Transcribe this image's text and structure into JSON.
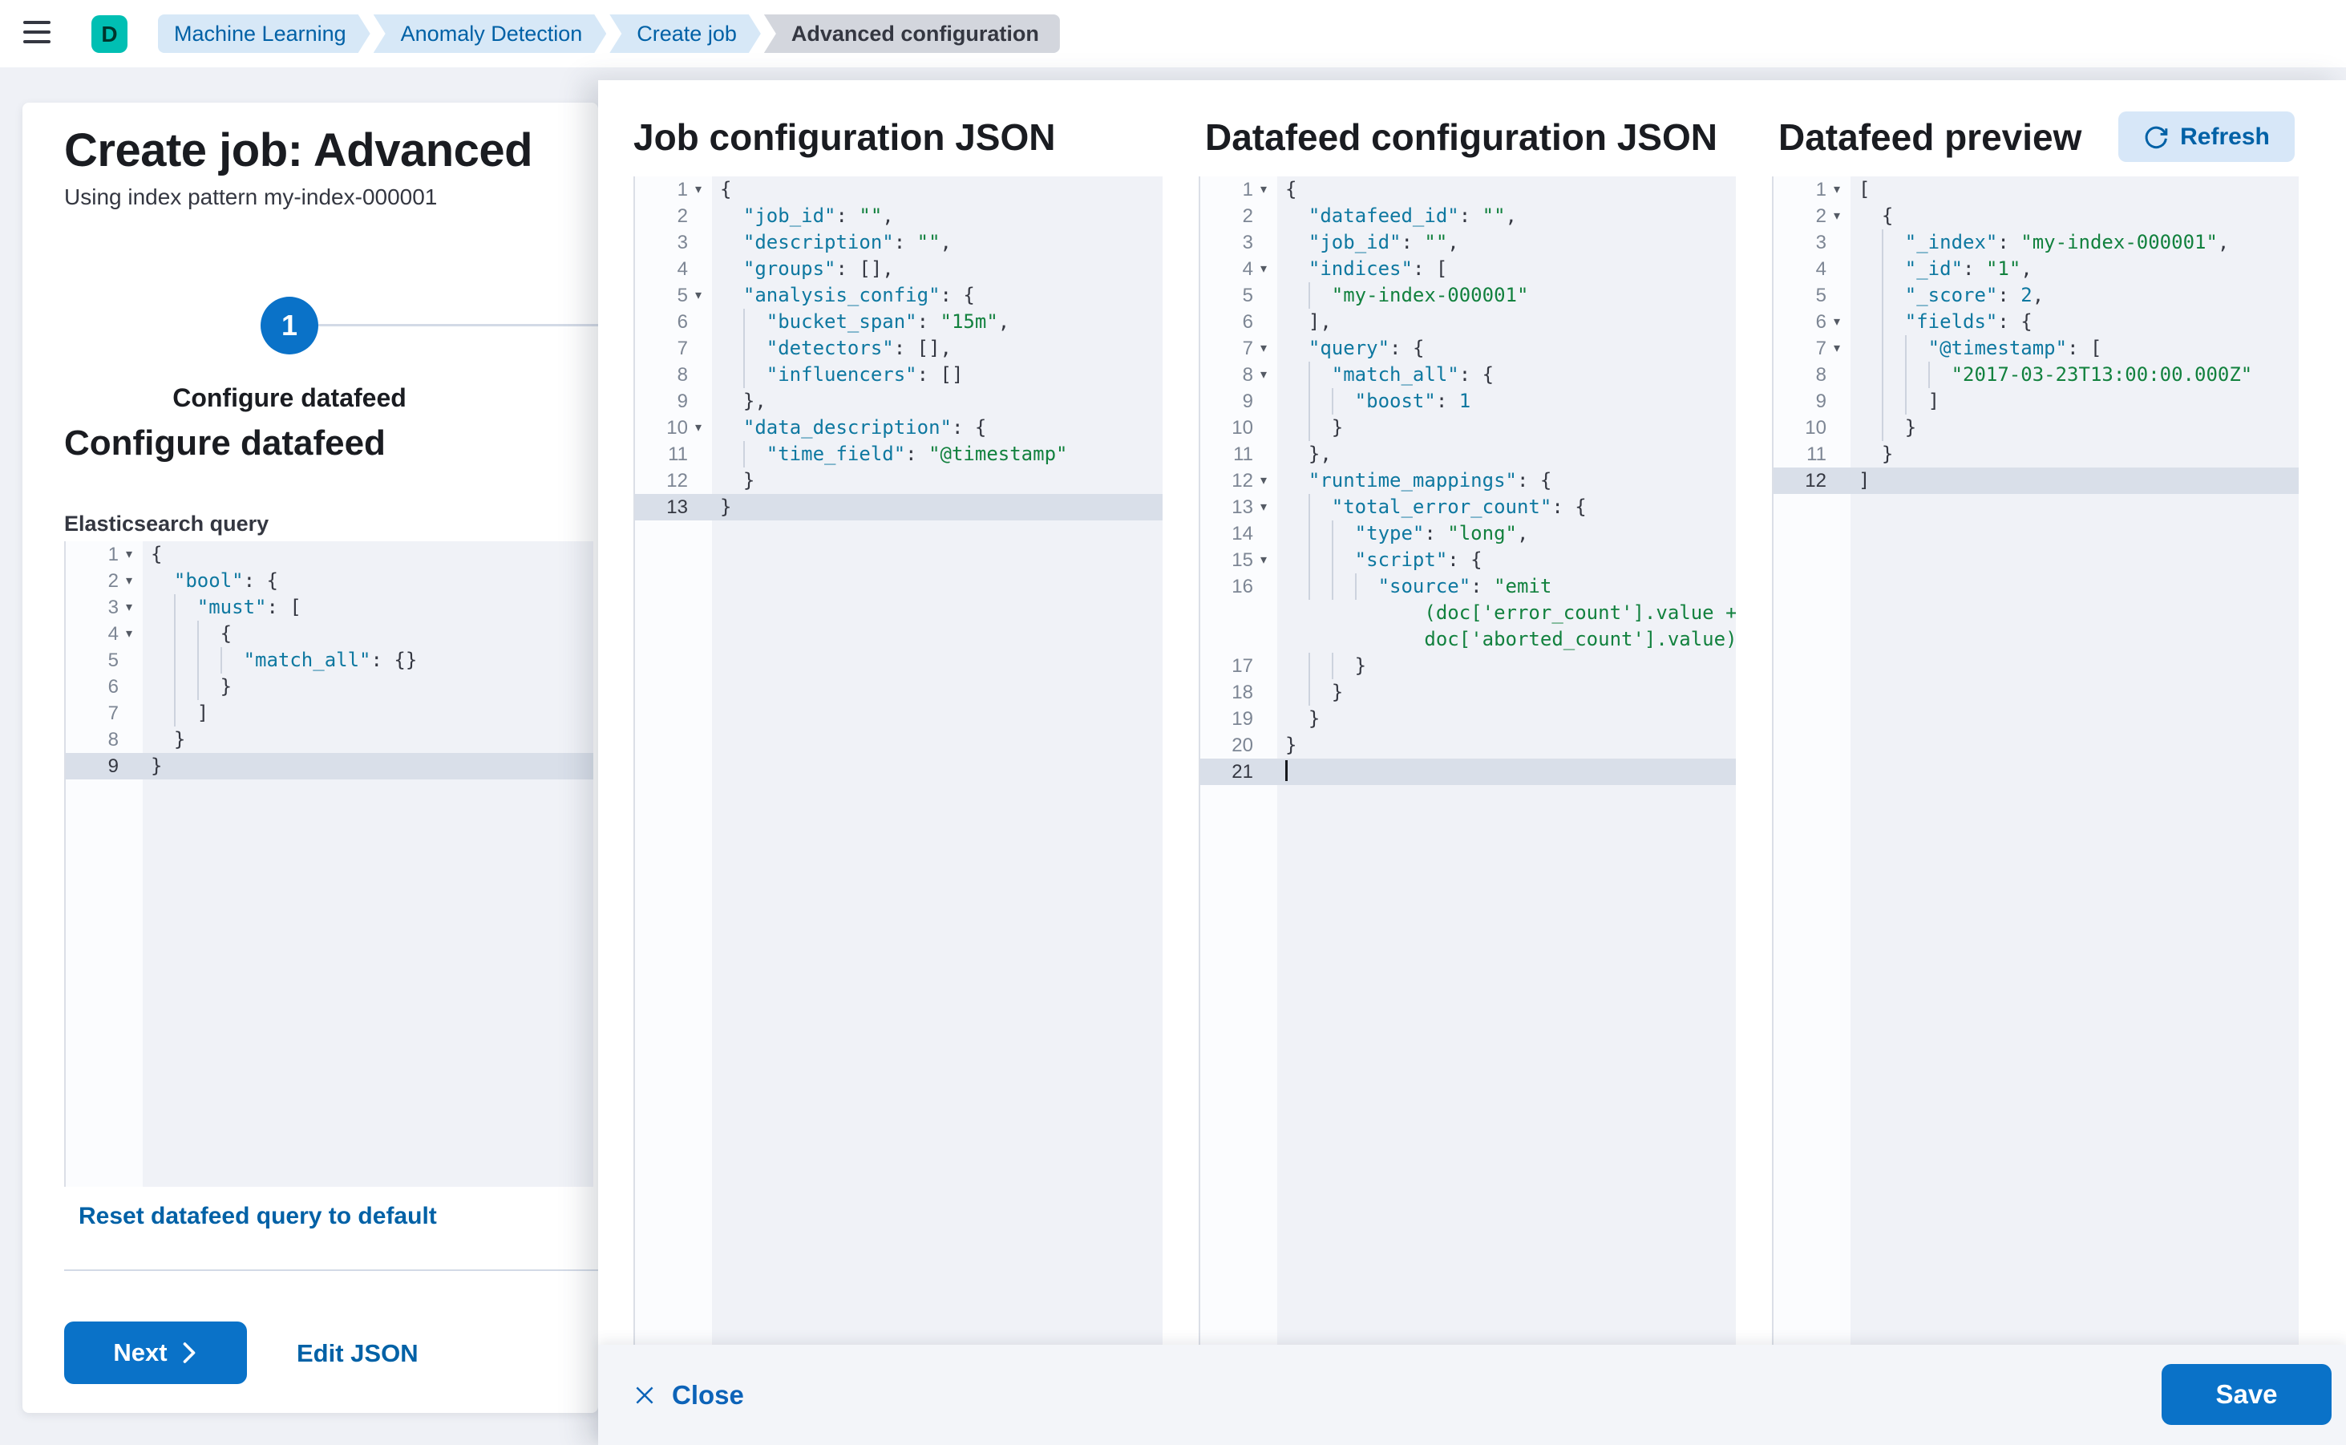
{
  "topbar": {
    "avatar_initial": "D",
    "breadcrumbs": [
      {
        "label": "Machine Learning"
      },
      {
        "label": "Anomaly Detection"
      },
      {
        "label": "Create job"
      },
      {
        "label": "Advanced configuration"
      }
    ]
  },
  "panel": {
    "title": "Create job: Advanced",
    "subtitle": "Using index pattern my-index-000001",
    "step": {
      "number": "1",
      "label": "Configure datafeed"
    },
    "section_heading": "Configure datafeed",
    "query_label": "Elasticsearch query",
    "reset_link": "Reset datafeed query to default",
    "next_label": "Next",
    "edit_json_label": "Edit JSON"
  },
  "flyout": {
    "col1_title": "Job configuration JSON",
    "col2_title": "Datafeed configuration JSON",
    "col3_title": "Datafeed preview",
    "refresh_label": "Refresh",
    "close_label": "Close",
    "save_label": "Save"
  },
  "colors": {
    "primary": "#0a72c8",
    "link": "#0061a6",
    "avatar_teal": "#00bfb3",
    "breadcrumb_blue_bg": "#d7e8f7",
    "editor_bg": "#f0f2f7",
    "active_line": "#d9dfe9",
    "code_key": "#0e78a0",
    "code_string": "#12813e",
    "code_punct": "#343741"
  },
  "editors": {
    "es_query": {
      "lines": [
        {
          "n": 1,
          "f": 1,
          "i": 0,
          "seg": [
            [
              "p",
              "{"
            ]
          ]
        },
        {
          "n": 2,
          "f": 1,
          "i": 1,
          "seg": [
            [
              "k",
              "\"bool\""
            ],
            [
              "p",
              ": {"
            ]
          ]
        },
        {
          "n": 3,
          "f": 1,
          "i": 2,
          "seg": [
            [
              "k",
              "\"must\""
            ],
            [
              "p",
              ": ["
            ]
          ]
        },
        {
          "n": 4,
          "f": 1,
          "i": 3,
          "seg": [
            [
              "p",
              "{"
            ]
          ]
        },
        {
          "n": 5,
          "f": 0,
          "i": 4,
          "seg": [
            [
              "k",
              "\"match_all\""
            ],
            [
              "p",
              ": {}"
            ]
          ]
        },
        {
          "n": 6,
          "f": 0,
          "i": 3,
          "seg": [
            [
              "p",
              "}"
            ]
          ]
        },
        {
          "n": 7,
          "f": 0,
          "i": 2,
          "seg": [
            [
              "p",
              "]"
            ]
          ]
        },
        {
          "n": 8,
          "f": 0,
          "i": 1,
          "seg": [
            [
              "p",
              "}"
            ]
          ]
        },
        {
          "n": 9,
          "f": 0,
          "i": 0,
          "a": 1,
          "seg": [
            [
              "p",
              "}"
            ]
          ]
        }
      ]
    },
    "job_config": {
      "lines": [
        {
          "n": 1,
          "f": 1,
          "i": 0,
          "seg": [
            [
              "p",
              "{"
            ]
          ]
        },
        {
          "n": 2,
          "f": 0,
          "i": 1,
          "seg": [
            [
              "k",
              "\"job_id\""
            ],
            [
              "p",
              ": "
            ],
            [
              "s",
              "\"\""
            ],
            [
              "p",
              ","
            ]
          ]
        },
        {
          "n": 3,
          "f": 0,
          "i": 1,
          "seg": [
            [
              "k",
              "\"description\""
            ],
            [
              "p",
              ": "
            ],
            [
              "s",
              "\"\""
            ],
            [
              "p",
              ","
            ]
          ]
        },
        {
          "n": 4,
          "f": 0,
          "i": 1,
          "seg": [
            [
              "k",
              "\"groups\""
            ],
            [
              "p",
              ": [],"
            ]
          ]
        },
        {
          "n": 5,
          "f": 1,
          "i": 1,
          "seg": [
            [
              "k",
              "\"analysis_config\""
            ],
            [
              "p",
              ": {"
            ]
          ]
        },
        {
          "n": 6,
          "f": 0,
          "i": 2,
          "seg": [
            [
              "k",
              "\"bucket_span\""
            ],
            [
              "p",
              ": "
            ],
            [
              "s",
              "\"15m\""
            ],
            [
              "p",
              ","
            ]
          ]
        },
        {
          "n": 7,
          "f": 0,
          "i": 2,
          "seg": [
            [
              "k",
              "\"detectors\""
            ],
            [
              "p",
              ": [],"
            ]
          ]
        },
        {
          "n": 8,
          "f": 0,
          "i": 2,
          "seg": [
            [
              "k",
              "\"influencers\""
            ],
            [
              "p",
              ": []"
            ]
          ]
        },
        {
          "n": 9,
          "f": 0,
          "i": 1,
          "seg": [
            [
              "p",
              "},"
            ]
          ]
        },
        {
          "n": 10,
          "f": 1,
          "i": 1,
          "seg": [
            [
              "k",
              "\"data_description\""
            ],
            [
              "p",
              ": {"
            ]
          ]
        },
        {
          "n": 11,
          "f": 0,
          "i": 2,
          "seg": [
            [
              "k",
              "\"time_field\""
            ],
            [
              "p",
              ": "
            ],
            [
              "s",
              "\"@timestamp\""
            ]
          ]
        },
        {
          "n": 12,
          "f": 0,
          "i": 1,
          "seg": [
            [
              "p",
              "}"
            ]
          ]
        },
        {
          "n": 13,
          "f": 0,
          "i": 0,
          "a": 1,
          "seg": [
            [
              "p",
              "}"
            ]
          ]
        }
      ]
    },
    "datafeed_config": {
      "lines": [
        {
          "n": 1,
          "f": 1,
          "i": 0,
          "seg": [
            [
              "p",
              "{"
            ]
          ]
        },
        {
          "n": 2,
          "f": 0,
          "i": 1,
          "seg": [
            [
              "k",
              "\"datafeed_id\""
            ],
            [
              "p",
              ": "
            ],
            [
              "s",
              "\"\""
            ],
            [
              "p",
              ","
            ]
          ]
        },
        {
          "n": 3,
          "f": 0,
          "i": 1,
          "seg": [
            [
              "k",
              "\"job_id\""
            ],
            [
              "p",
              ": "
            ],
            [
              "s",
              "\"\""
            ],
            [
              "p",
              ","
            ]
          ]
        },
        {
          "n": 4,
          "f": 1,
          "i": 1,
          "seg": [
            [
              "k",
              "\"indices\""
            ],
            [
              "p",
              ": ["
            ]
          ]
        },
        {
          "n": 5,
          "f": 0,
          "i": 2,
          "seg": [
            [
              "s",
              "\"my-index-000001\""
            ]
          ]
        },
        {
          "n": 6,
          "f": 0,
          "i": 1,
          "seg": [
            [
              "p",
              "],"
            ]
          ]
        },
        {
          "n": 7,
          "f": 1,
          "i": 1,
          "seg": [
            [
              "k",
              "\"query\""
            ],
            [
              "p",
              ": {"
            ]
          ]
        },
        {
          "n": 8,
          "f": 1,
          "i": 2,
          "seg": [
            [
              "k",
              "\"match_all\""
            ],
            [
              "p",
              ": {"
            ]
          ]
        },
        {
          "n": 9,
          "f": 0,
          "i": 3,
          "seg": [
            [
              "k",
              "\"boost\""
            ],
            [
              "p",
              ": "
            ],
            [
              "n",
              "1"
            ]
          ]
        },
        {
          "n": 10,
          "f": 0,
          "i": 2,
          "seg": [
            [
              "p",
              "}"
            ]
          ]
        },
        {
          "n": 11,
          "f": 0,
          "i": 1,
          "seg": [
            [
              "p",
              "},"
            ]
          ]
        },
        {
          "n": 12,
          "f": 1,
          "i": 1,
          "seg": [
            [
              "k",
              "\"runtime_mappings\""
            ],
            [
              "p",
              ": {"
            ]
          ]
        },
        {
          "n": 13,
          "f": 1,
          "i": 2,
          "seg": [
            [
              "k",
              "\"total_error_count\""
            ],
            [
              "p",
              ": {"
            ]
          ]
        },
        {
          "n": 14,
          "f": 0,
          "i": 3,
          "seg": [
            [
              "k",
              "\"type\""
            ],
            [
              "p",
              ": "
            ],
            [
              "s",
              "\"long\""
            ],
            [
              "p",
              ","
            ]
          ]
        },
        {
          "n": 15,
          "f": 1,
          "i": 3,
          "seg": [
            [
              "k",
              "\"script\""
            ],
            [
              "p",
              ": {"
            ]
          ]
        },
        {
          "n": 16,
          "f": 0,
          "i": 4,
          "seg": [
            [
              "k",
              "\"source\""
            ],
            [
              "p",
              ": "
            ],
            [
              "s",
              "\"emit"
            ]
          ],
          "wrap": [
            "(doc['error_count'].value +",
            "doc['aborted_count'].value)\""
          ]
        },
        {
          "n": 17,
          "f": 0,
          "i": 3,
          "seg": [
            [
              "p",
              "}"
            ]
          ]
        },
        {
          "n": 18,
          "f": 0,
          "i": 2,
          "seg": [
            [
              "p",
              "}"
            ]
          ]
        },
        {
          "n": 19,
          "f": 0,
          "i": 1,
          "seg": [
            [
              "p",
              "}"
            ]
          ]
        },
        {
          "n": 20,
          "f": 0,
          "i": 0,
          "seg": [
            [
              "p",
              "}"
            ]
          ]
        },
        {
          "n": 21,
          "f": 0,
          "i": 0,
          "a": 1,
          "c": 1,
          "seg": []
        }
      ]
    },
    "datafeed_preview": {
      "lines": [
        {
          "n": 1,
          "f": 1,
          "i": 0,
          "seg": [
            [
              "p",
              "["
            ]
          ]
        },
        {
          "n": 2,
          "f": 1,
          "i": 1,
          "seg": [
            [
              "p",
              "{"
            ]
          ]
        },
        {
          "n": 3,
          "f": 0,
          "i": 2,
          "seg": [
            [
              "k",
              "\"_index\""
            ],
            [
              "p",
              ": "
            ],
            [
              "s",
              "\"my-index-000001\""
            ],
            [
              "p",
              ","
            ]
          ]
        },
        {
          "n": 4,
          "f": 0,
          "i": 2,
          "seg": [
            [
              "k",
              "\"_id\""
            ],
            [
              "p",
              ": "
            ],
            [
              "s",
              "\"1\""
            ],
            [
              "p",
              ","
            ]
          ]
        },
        {
          "n": 5,
          "f": 0,
          "i": 2,
          "seg": [
            [
              "k",
              "\"_score\""
            ],
            [
              "p",
              ": "
            ],
            [
              "n",
              "2"
            ],
            [
              "p",
              ","
            ]
          ]
        },
        {
          "n": 6,
          "f": 1,
          "i": 2,
          "seg": [
            [
              "k",
              "\"fields\""
            ],
            [
              "p",
              ": {"
            ]
          ]
        },
        {
          "n": 7,
          "f": 1,
          "i": 3,
          "seg": [
            [
              "k",
              "\"@timestamp\""
            ],
            [
              "p",
              ": ["
            ]
          ]
        },
        {
          "n": 8,
          "f": 0,
          "i": 4,
          "seg": [
            [
              "s",
              "\"2017-03-23T13:00:00.000Z\""
            ]
          ]
        },
        {
          "n": 9,
          "f": 0,
          "i": 3,
          "seg": [
            [
              "p",
              "]"
            ]
          ]
        },
        {
          "n": 10,
          "f": 0,
          "i": 2,
          "seg": [
            [
              "p",
              "}"
            ]
          ]
        },
        {
          "n": 11,
          "f": 0,
          "i": 1,
          "seg": [
            [
              "p",
              "}"
            ]
          ]
        },
        {
          "n": 12,
          "f": 0,
          "i": 0,
          "a": 1,
          "seg": [
            [
              "p",
              "]"
            ]
          ]
        }
      ]
    }
  }
}
